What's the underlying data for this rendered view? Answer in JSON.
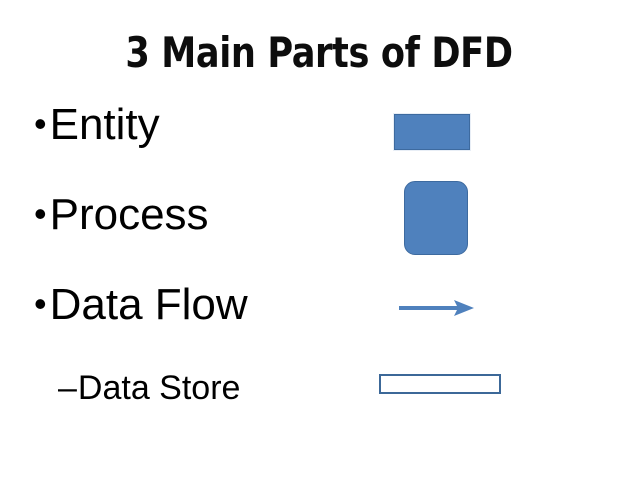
{
  "slide": {
    "title": "3 Main Parts of DFD",
    "background_color": "#FFFFFF",
    "text_color": "#000000"
  },
  "body": {
    "items": [
      {
        "level": 1,
        "bullet": "•",
        "label": "Entity"
      },
      {
        "level": 1,
        "bullet": "•",
        "label": "Process"
      },
      {
        "level": 1,
        "bullet": "•",
        "label": "Data Flow"
      },
      {
        "level": 2,
        "bullet": "–",
        "label": "Data Store"
      }
    ]
  },
  "shapes": {
    "accent_fill": "#4F81BD",
    "accent_line": "#3C6898",
    "items": [
      {
        "name": "entity-symbol",
        "type": "rectangle",
        "fill": "#4F81BD",
        "stroke": "#3D6A9F",
        "label_for": "Entity"
      },
      {
        "name": "process-symbol",
        "type": "rounded-rectangle",
        "fill": "#4F81BD",
        "stroke": "#3D6A9F",
        "label_for": "Process"
      },
      {
        "name": "data-flow-symbol",
        "type": "arrow",
        "fill": "#4F81BD",
        "stroke": "#4F81BD",
        "label_for": "Data Flow"
      },
      {
        "name": "data-store-symbol",
        "type": "open-rectangle",
        "fill": "#FFFFFF",
        "stroke": "#3C6898",
        "label_for": "Data Store"
      }
    ]
  }
}
